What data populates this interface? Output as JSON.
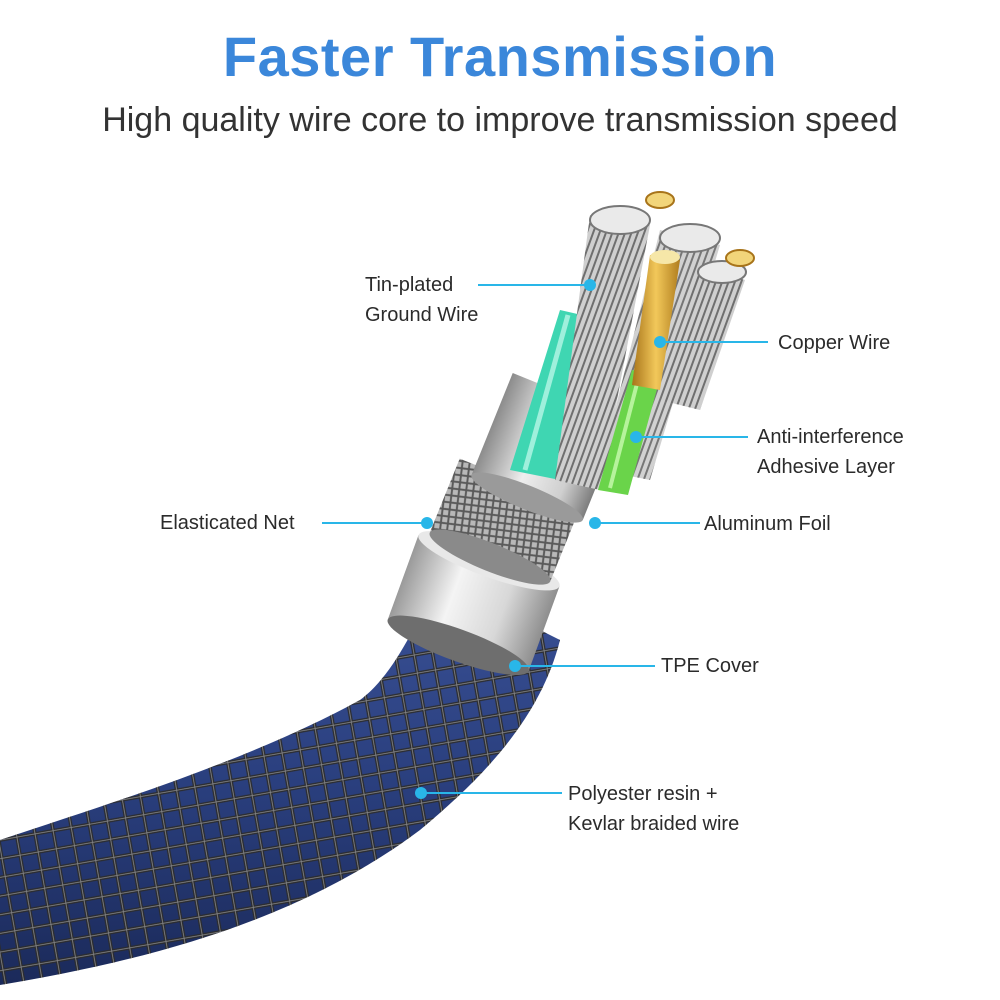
{
  "header": {
    "title": "Faster Transmission",
    "subtitle": "High quality wire core to improve transmission speed"
  },
  "colors": {
    "title": "#3b87da",
    "callout_line": "#29b6e8",
    "braid_blue": "#2a3f7e",
    "braid_wire": "#2b2b2b",
    "tin_wire": "#9a9a9a",
    "copper_wire": "#d4a22c",
    "teal_insulation": "#3fd6b2",
    "green_insulation": "#6ad44a",
    "foil": "#cfcfcf"
  },
  "callouts": {
    "tin_plated_ground_wire": {
      "line1": "Tin-plated",
      "line2": "Ground Wire"
    },
    "copper_wire": {
      "line1": "Copper Wire"
    },
    "anti_interference": {
      "line1": "Anti-interference",
      "line2": "Adhesive Layer"
    },
    "elasticated_net": {
      "line1": "Elasticated Net"
    },
    "aluminum_foil": {
      "line1": "Aluminum Foil"
    },
    "tpe_cover": {
      "line1": "TPE Cover"
    },
    "polyester_kevlar": {
      "line1": "Polyester resin +",
      "line2": "Kevlar braided wire"
    }
  }
}
